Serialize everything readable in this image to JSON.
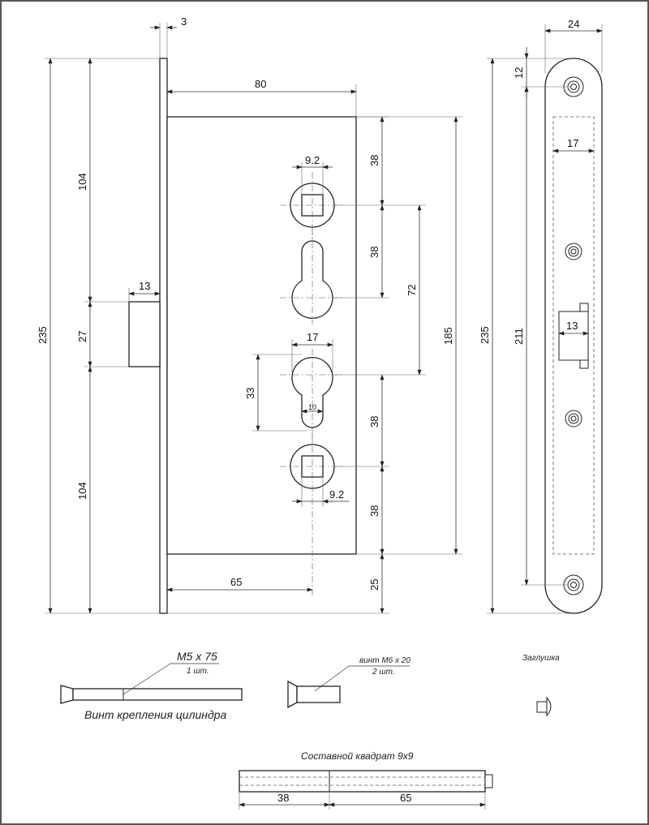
{
  "dimensions": {
    "plate_thickness": "3",
    "body_depth": "80",
    "body_height_total": "235",
    "upper_section": "104",
    "bolt_height": "27",
    "lower_section": "104",
    "bolt_projection": "13",
    "top_to_spindle": "38",
    "spindle_to_cylinder": "38",
    "spindle_to_cylinder_axis": "72",
    "case_height": "185",
    "spindle_square_top": "9.2",
    "cylinder_width": "17",
    "cylinder_height": "33",
    "cylinder_neck": "10",
    "cylinder_to_lower_spindle": "38",
    "spindle_square_bottom": "9.2",
    "lower_spindle_to_bottom": "38",
    "backset": "65",
    "case_to_plate_end": "25",
    "strike_width": "24",
    "strike_top_offset": "12",
    "strike_length": "235",
    "strike_hole_pitch": "211",
    "strike_inner_width": "17",
    "strike_bolt_opening": "13"
  },
  "accessories": {
    "cylinder_screw_spec": "M5 x 75",
    "cylinder_screw_qty": "1 шт.",
    "cylinder_screw_caption": "Винт крепления цилиндра",
    "small_screw_spec": "винт М6 х 20",
    "small_screw_qty": "2 шт.",
    "plug_caption": "Заглушка",
    "spindle_caption": "Составной квадрат 9х9",
    "spindle_part_a": "38",
    "spindle_part_b": "65"
  }
}
